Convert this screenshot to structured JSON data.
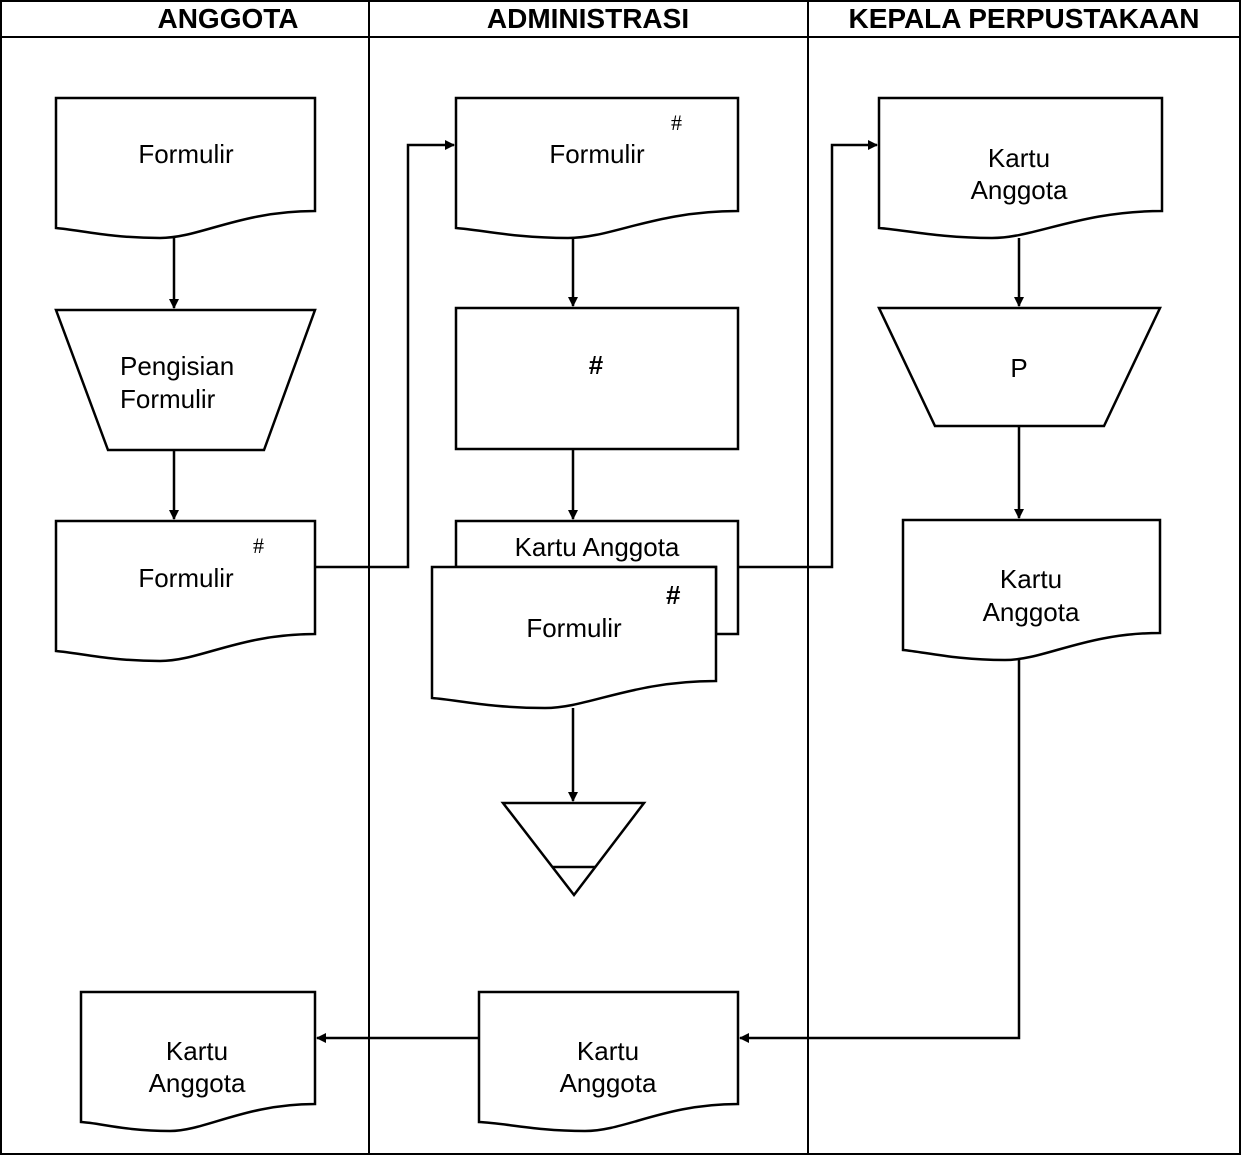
{
  "lanes": {
    "anggota": "ANGGOTA",
    "administrasi": "ADMINISTRASI",
    "kepala": "KEPALA PERPUSTAKAAN"
  },
  "anggota_lane": {
    "doc_formulir": "Formulir",
    "manual_line1": "Pengisian",
    "manual_line2": "Formulir",
    "doc_formulir_2": "Formulir",
    "doc_formulir_2_mark": "#",
    "doc_kartu_line1": "Kartu",
    "doc_kartu_line2": "Anggota"
  },
  "admin_lane": {
    "doc_formulir": "Formulir",
    "doc_formulir_mark": "#",
    "process_mark": "#",
    "multi_back_label": "Kartu Anggota",
    "multi_front_label": "Formulir",
    "multi_front_mark": "#",
    "doc_kartu_line1": "Kartu",
    "doc_kartu_line2": "Anggota"
  },
  "kepala_lane": {
    "doc_kartu_line1": "Kartu",
    "doc_kartu_line2": "Anggota",
    "manual_label": "P",
    "doc_kartu_out_line1": "Kartu",
    "doc_kartu_out_line2": "Anggota"
  }
}
